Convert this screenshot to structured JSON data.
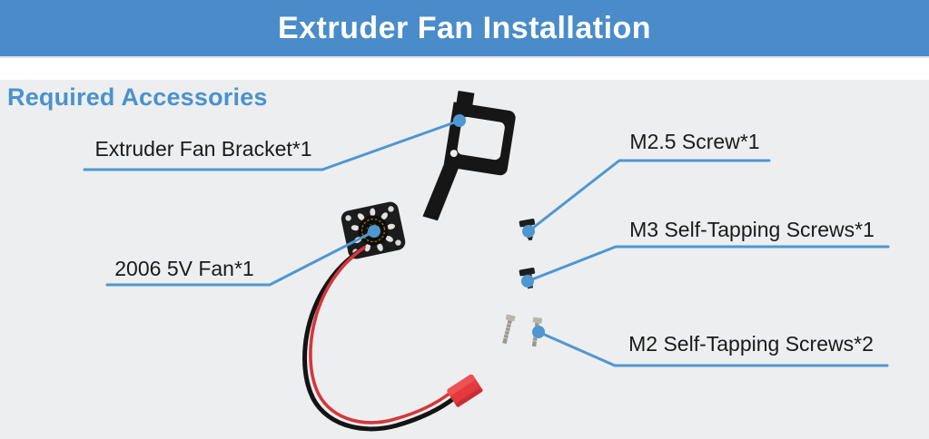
{
  "header": {
    "title": "Extruder Fan Installation"
  },
  "section_heading": "Required Accessories",
  "parts": {
    "bracket": {
      "label": "Extruder Fan Bracket*1"
    },
    "fan": {
      "label": "2006 5V Fan*1"
    },
    "m25_screw": {
      "label": "M2.5 Screw*1"
    },
    "m3_screw": {
      "label": "M3 Self-Tapping Screws*1"
    },
    "m2_screws": {
      "label": "M2 Self-Tapping Screws*2"
    }
  },
  "colors": {
    "header_bg": "#4A8CC9",
    "header_text": "#FFFFFF",
    "heading_text": "#4A92CC",
    "panel_bg": "#EDEEEF",
    "callout_blue": "#4E97D1",
    "label_text": "#1A1A1A",
    "connector_red": "#E4393E"
  }
}
